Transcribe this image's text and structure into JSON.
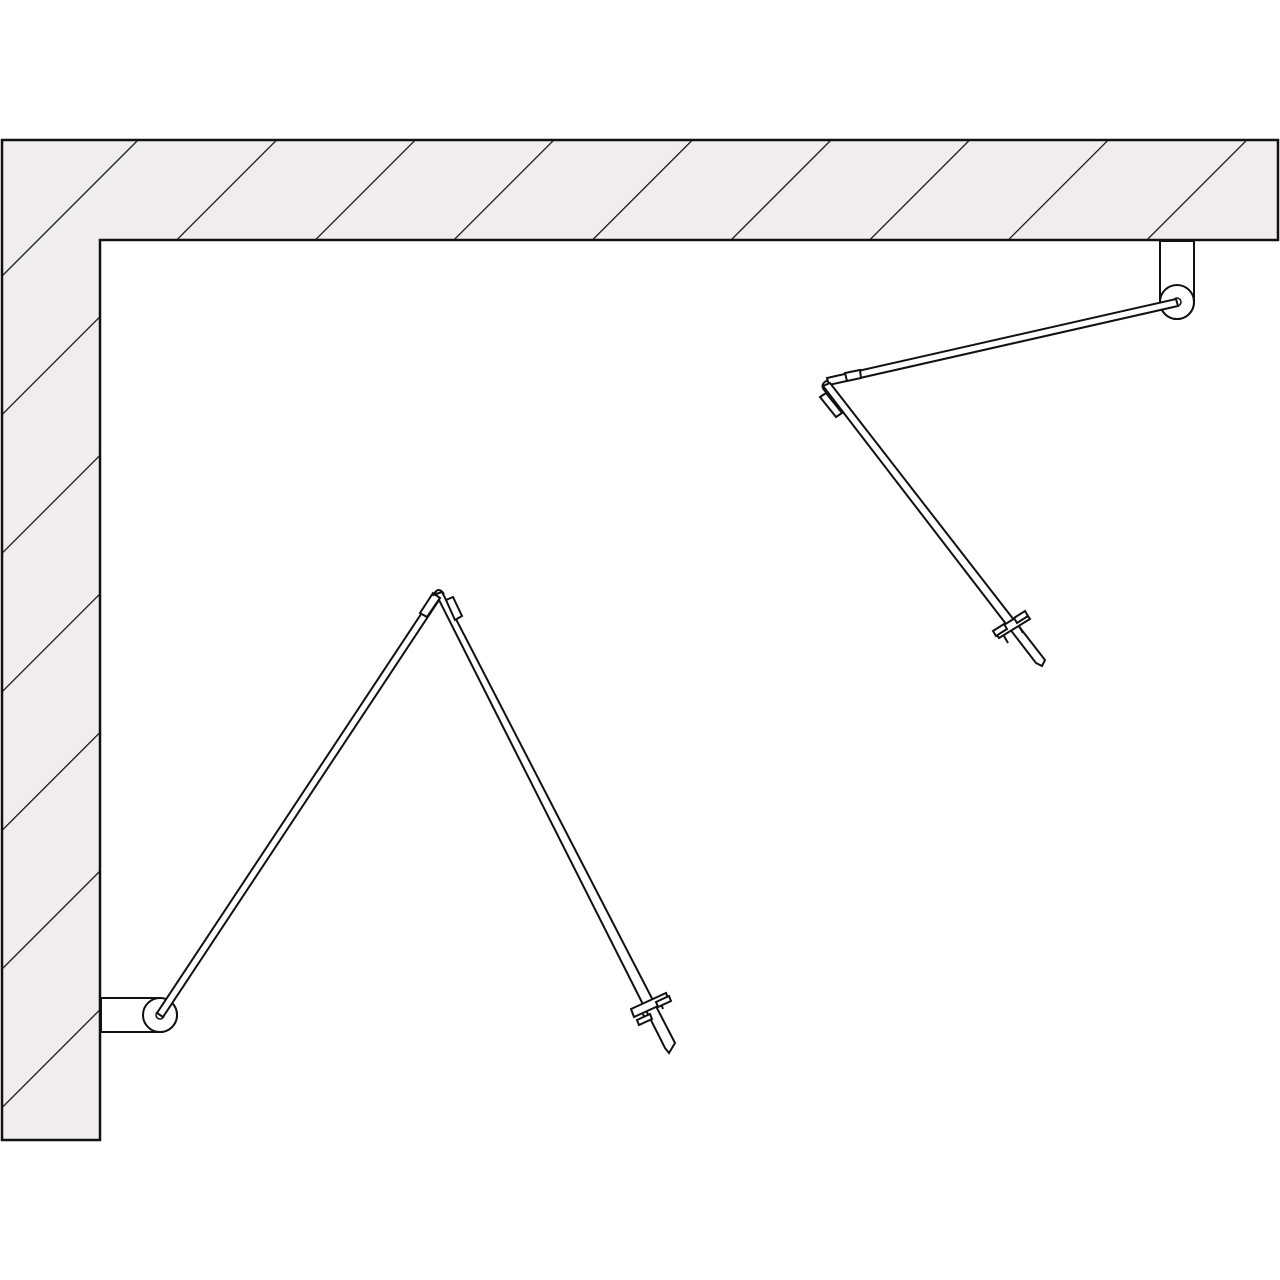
{
  "diagram": {
    "type": "shower-door-plan-view",
    "colors": {
      "wall_fill": "#efeded",
      "stroke": "#111111",
      "background": "#ffffff"
    },
    "elements": [
      "wall-horizontal",
      "wall-vertical",
      "wall-hinge-left",
      "wall-hinge-right",
      "folding-door-left",
      "folding-door-right",
      "door-handle-left",
      "door-handle-right"
    ]
  }
}
